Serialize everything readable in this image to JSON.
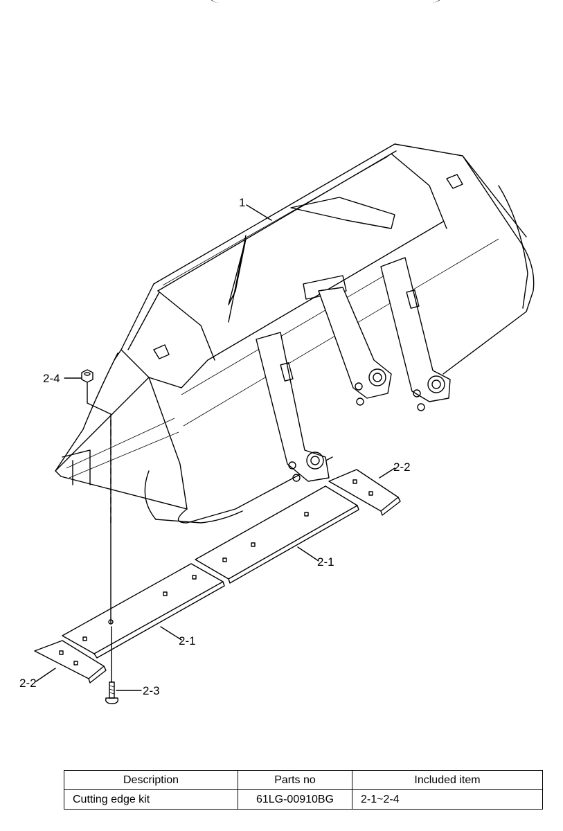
{
  "callouts": {
    "c1": "1",
    "c2_1a": "2-1",
    "c2_1b": "2-1",
    "c2_2a": "2-2",
    "c2_2b": "2-2",
    "c2_3": "2-3",
    "c2_4": "2-4"
  },
  "table": {
    "headers": [
      "Description",
      "Parts no",
      "Included item"
    ],
    "rows": [
      [
        "Cutting edge kit",
        "61LG-00910BG",
        "2-1~2-4"
      ]
    ]
  }
}
